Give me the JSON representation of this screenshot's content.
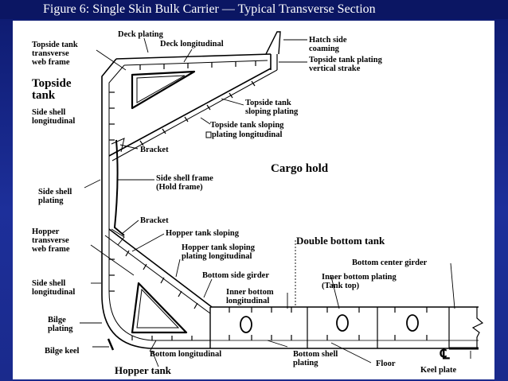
{
  "slide": {
    "title": "Figure 6: Single Skin Bulk Carrier — Typical Transverse Section"
  },
  "labels": {
    "deck_plating": "Deck plating",
    "deck_longitudinal": "Deck longitudinal",
    "hatch_side_coaming_1": "Hatch side",
    "hatch_side_coaming_2": "coaming",
    "topside_tank_plating_1": "Topside tank plating",
    "topside_tank_plating_2": "vertical strake",
    "topside_tank_web_1": "Topside tank",
    "topside_tank_web_2": "transverse",
    "topside_tank_web_3": "web frame",
    "topside_tank_1": "Topside",
    "topside_tank_2": "tank",
    "side_shell_long_upper_1": "Side shell",
    "side_shell_long_upper_2": "longitudinal",
    "topside_sloping_plating_1": "Topside tank",
    "topside_sloping_plating_2": "sloping plating",
    "topside_sloping_long_1": "Topside tank sloping",
    "topside_sloping_long_2": "plating longitudinal",
    "bracket_upper": "Bracket",
    "cargo_hold": "Cargo hold",
    "side_shell_frame_1": "Side shell frame",
    "side_shell_frame_2": "(Hold frame)",
    "side_shell_plating_1": "Side shell",
    "side_shell_plating_2": "plating",
    "bracket_lower": "Bracket",
    "hopper_web_1": "Hopper",
    "hopper_web_2": "transverse",
    "hopper_web_3": "web frame",
    "hopper_sloping": "Hopper tank sloping",
    "hopper_sloping_long_1": "Hopper tank sloping",
    "hopper_sloping_long_2": "plating longitudinal",
    "double_bottom_tank": "Double bottom tank",
    "bottom_center_girder": "Bottom center girder",
    "bottom_side_girder": "Bottom side girder",
    "inner_bottom_plating_1": "Inner bottom plating",
    "inner_bottom_plating_2": "(Tank top)",
    "inner_bottom_long_1": "Inner bottom",
    "inner_bottom_long_2": "longitudinal",
    "side_shell_long_lower_1": "Side shell",
    "side_shell_long_lower_2": "longitudinal",
    "bilge_plating_1": "Bilge",
    "bilge_plating_2": "plating",
    "bilge_keel": "Bilge keel",
    "bottom_longitudinal": "Bottom longitudinal",
    "bottom_shell_plating_1": "Bottom shell",
    "bottom_shell_plating_2": "plating",
    "floor": "Floor",
    "keel_plate": "Keel plate",
    "hopper_tank": "Hopper tank",
    "centerline_mark": "℄"
  }
}
